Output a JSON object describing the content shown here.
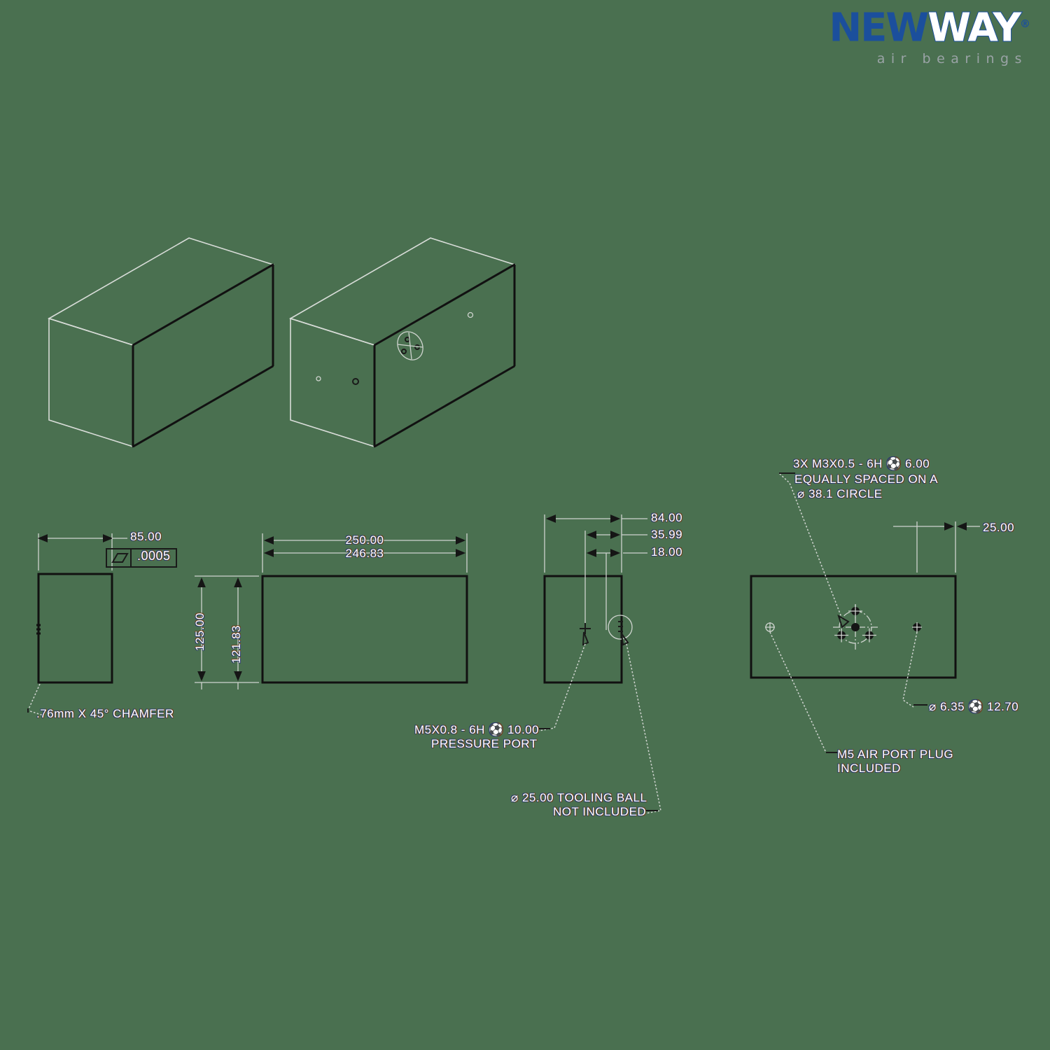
{
  "page": {
    "background_color": "#4a7050",
    "drawing_type": "engineering-drawing",
    "units_note": "millimeters"
  },
  "logo": {
    "name": "logo-newway-air-bearings",
    "word_new": "NEW",
    "word_way": "WAY",
    "registered_mark": "®",
    "tagline": "air bearings",
    "brand_color": "#1b4f9c",
    "tagline_color": "#9aa3a6"
  },
  "views": {
    "iso_left": {
      "name": "isometric-view-plain",
      "label": ""
    },
    "iso_right": {
      "name": "isometric-view-ported",
      "label": ""
    },
    "view_end": {
      "name": "end-view",
      "label": ""
    },
    "view_side": {
      "name": "side-view",
      "label": ""
    },
    "view_top": {
      "name": "top-view",
      "label": ""
    },
    "view_bottom": {
      "name": "bottom-view",
      "label": ""
    }
  },
  "dimensions": {
    "end_width": "85.00",
    "side_length_overall": "250.00",
    "side_length_bearing": "246.83",
    "side_height_overall": "125.00",
    "side_height_bearing": "121.83",
    "top_width": "84.00",
    "top_offset_a": "35.99",
    "top_offset_b": "18.00",
    "bottom_edge_offset": "25.00"
  },
  "feature_control": {
    "symbol": "parallelogram-flatness-symbol",
    "tolerance": ".0005"
  },
  "notes": {
    "chamfer": ".76mm X 45° CHAMFER",
    "pressure_port_line1": "M5X0.8 - 6H  ⚽ 10.00",
    "pressure_port_line2": "PRESSURE PORT",
    "tooling_ball_line1": "⌀ 25.00 TOOLING BALL",
    "tooling_ball_line2": "NOT INCLUDED",
    "bolt_circle_line1": "3X M3X0.5 - 6H  ⚽ 6.00",
    "bolt_circle_line2": "EQUALLY SPACED ON A",
    "bolt_circle_line3": "⌀ 38.1 CIRCLE",
    "counterbore": "⌀ 6.35  ⚽ 12.70",
    "air_plug_line1": "M5 AIR PORT PLUG",
    "air_plug_line2": "INCLUDED"
  },
  "symbols": {
    "depth": "↓",
    "diameter": "⌀",
    "degree": "°"
  },
  "colors": {
    "line_dark": "#111111",
    "line_light": "#d8dcd8",
    "text_white": "#ffffff",
    "text_shade_blue": "#2b3b6b",
    "text_shade_brown": "#6b4020"
  }
}
